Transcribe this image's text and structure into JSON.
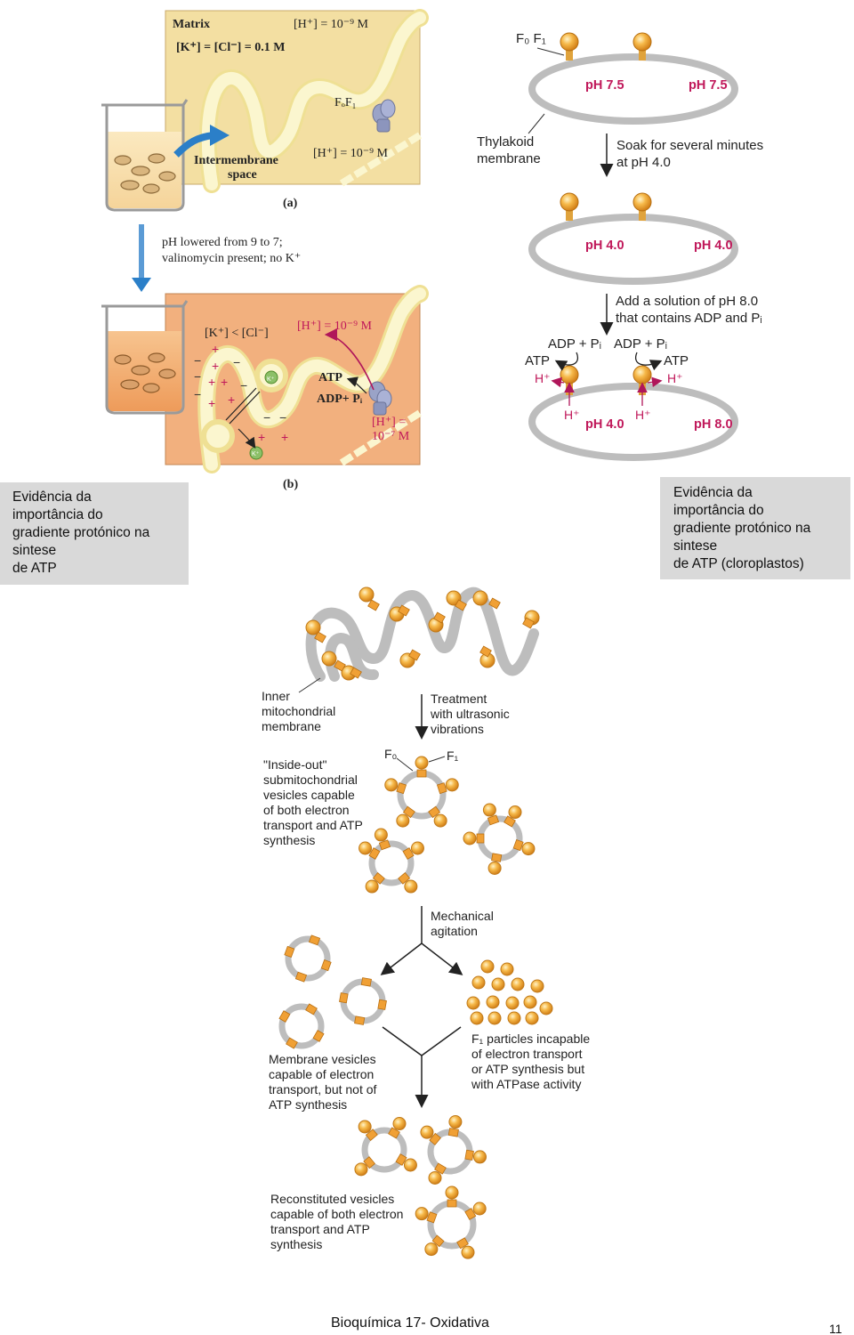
{
  "callouts": {
    "left": [
      "Evidência da",
      "importância do",
      "gradiente protónico na",
      "sintese",
      "de ATP"
    ],
    "right": [
      "Evidência da",
      "importância do",
      "gradiente protónico na",
      "sintese",
      "de ATP (cloroplastos)"
    ]
  },
  "panel_a": {
    "matrix": "Matrix",
    "h_matrix": "[H⁺] = 10⁻⁹ M",
    "k_cl": "[K⁺] = [Cl⁻] = 0.1 M",
    "fof1": "FₒF₁",
    "intermembrane": [
      "Intermembrane",
      "space"
    ],
    "h_ims": "[H⁺] = 10⁻⁹ M",
    "caption": "(a)"
  },
  "transition": [
    "pH lowered from 9 to 7;",
    "valinomycin present; no K⁺"
  ],
  "panel_b": {
    "k_lt_cl": "[K⁺] < [Cl⁻]",
    "h_top": "[H⁺] = 10⁻⁹ M",
    "atp": "ATP",
    "adp_pi": "ADP+ Pᵢ",
    "h_bottom": [
      "[H⁺] =",
      "10⁻⁷ M"
    ],
    "k_ion": "K⁺",
    "plus": "+",
    "minus": "−",
    "caption": "(b)"
  },
  "thylakoid": {
    "f0f1": "F₀ F₁",
    "ph75_left": "pH 7.5",
    "ph75_right": "pH 7.5",
    "membrane_label": [
      "Thylakoid",
      "membrane"
    ],
    "soak": [
      "Soak for several minutes",
      "at pH 4.0"
    ],
    "ph40_left": "pH 4.0",
    "ph40_right": "pH 4.0",
    "add_solution": [
      "Add a solution of pH 8.0",
      "that contains ADP and Pᵢ"
    ],
    "adp_pi": "ADP + Pᵢ",
    "atp": "ATP",
    "h_plus": "H⁺",
    "ph40_final": "pH 4.0",
    "ph80_final": "pH 8.0"
  },
  "mito": {
    "inner_membrane": [
      "Inner",
      "mitochondrial",
      "membrane"
    ],
    "treatment": [
      "Treatment",
      "with ultrasonic",
      "vibrations"
    ],
    "f0": "F₀",
    "f1": "F₁",
    "inside_out": [
      "\"Inside-out\"",
      "submitochondrial",
      "vesicles capable",
      "of both electron",
      "transport and ATP",
      "synthesis"
    ],
    "mechanical": [
      "Mechanical",
      "agitation"
    ],
    "f1_particles": [
      "F₁ particles incapable",
      "of electron transport",
      "or ATP synthesis but",
      "with ATPase activity"
    ],
    "membrane_vesicles": [
      "Membrane vesicles",
      "capable of electron",
      "transport, but not of",
      "ATP synthesis"
    ],
    "reconstituted": [
      "Reconstituted vesicles",
      "capable of both electron",
      "transport and ATP",
      "synthesis"
    ]
  },
  "footer": {
    "title": "Bioquímica 17- Oxidativa",
    "page": "11"
  },
  "colors": {
    "callout_bg": "#d9d9d9",
    "panel_a_bg": "#f3dfa2",
    "panel_b_bg": "#f2b07e",
    "membrane": "#f6f0b0",
    "orange": "#f2a22c",
    "magenta": "#c0185a",
    "gray_membrane": "#bdbdbd",
    "arrow_blue": "#2b7fc8"
  }
}
